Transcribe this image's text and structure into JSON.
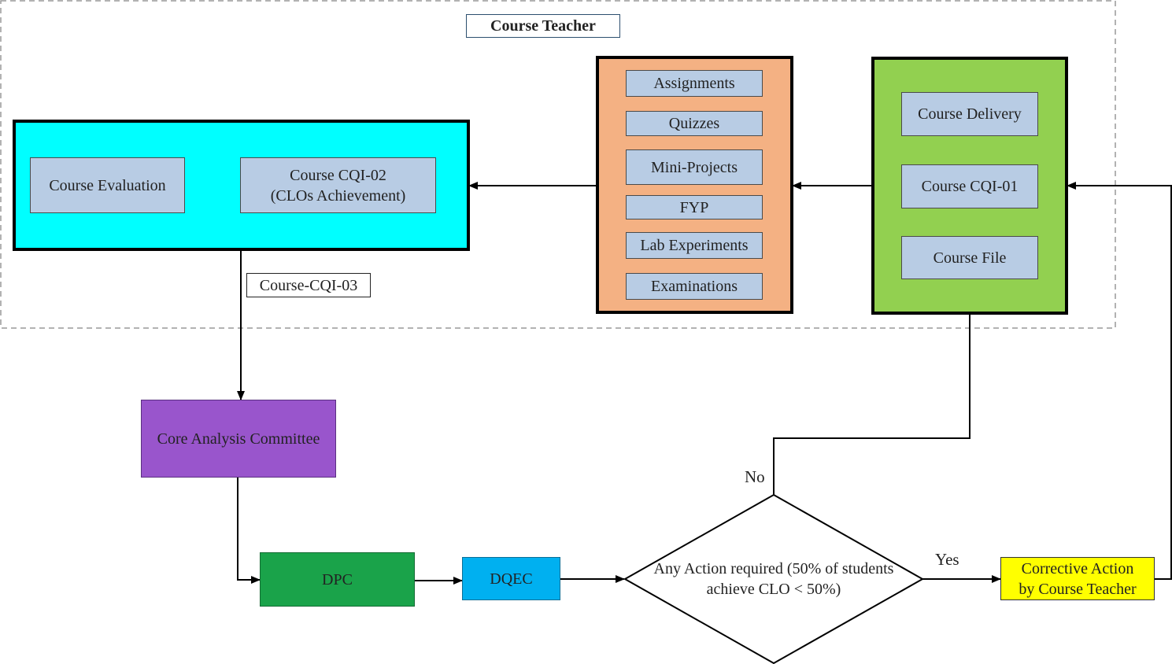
{
  "diagram": {
    "course_teacher_label": "Course Teacher",
    "evaluation_group": {
      "course_evaluation": "Course Evaluation",
      "course_cqi_02": "Course CQI-02\n(CLOs Achievement)"
    },
    "assessment_group": {
      "items": [
        "Assignments",
        "Quizzes",
        "Mini-Projects",
        "FYP",
        "Lab Experiments",
        "Examinations"
      ]
    },
    "delivery_group": {
      "items": [
        "Course Delivery",
        "Course CQI-01",
        "Course File"
      ]
    },
    "course_cqi_03": "Course-CQI-03",
    "core_analysis_committee": "Core Analysis Committee",
    "dpc": "DPC",
    "dqec": "DQEC",
    "decision": "Any Action required (50% of students\nachieve CLO < 50%)",
    "no_label": "No",
    "yes_label": "Yes",
    "corrective_action": "Corrective Action\nby Course Teacher"
  },
  "colors": {
    "evaluation_group": "#00ffff",
    "assessment_group": "#f4b183",
    "delivery_group": "#92d050",
    "inner_box": "#b8cce4",
    "core_analysis_committee": "#9955cc",
    "dpc": "#1aa34a",
    "dqec": "#00b0f0",
    "corrective_action": "#ffff00"
  }
}
